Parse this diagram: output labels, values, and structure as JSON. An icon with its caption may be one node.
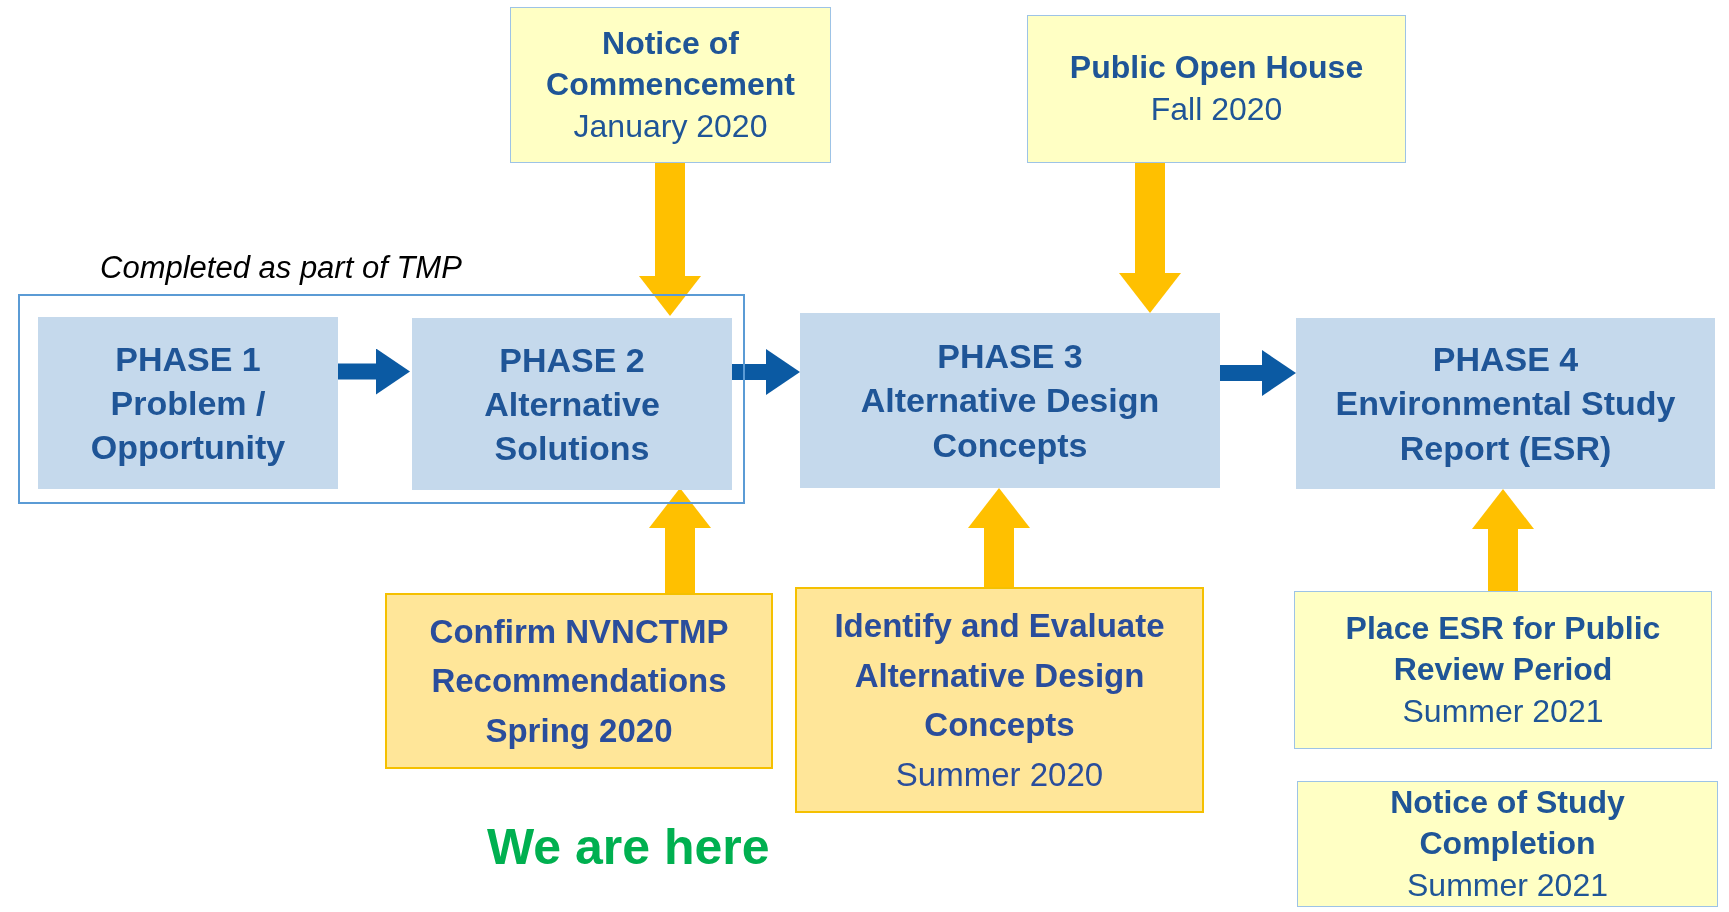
{
  "diagram": {
    "nodes": [
      {
        "text": [
          "Notice of Commencement",
          "January 2020"
        ]
      },
      {
        "text": [
          "Public Open House",
          "Fall 2020"
        ]
      },
      {
        "text": [
          "Completed as part of TMP"
        ]
      },
      {
        "text": [
          "PHASE 1",
          "Problem / Opportunity"
        ],
        "in": 2
      },
      {
        "text": [
          "PHASE 2",
          "Alternative Solutions"
        ],
        "in": 2
      },
      {
        "text": [
          "PHASE 3",
          "Alternative Design Concepts"
        ]
      },
      {
        "text": [
          "PHASE 4",
          "Environmental Study Report (ESR)"
        ]
      },
      {
        "text": [
          "Confirm NVNCTMP Recommendations",
          "Spring 2020"
        ]
      },
      {
        "text": [
          "Identify and Evaluate Alternative Design Concepts",
          "Summer 2020"
        ]
      },
      {
        "text": [
          "Place ESR for Public Review Period",
          "Summer 2021"
        ]
      },
      {
        "text": [
          "Notice of Study Completion",
          "Summer 2021"
        ]
      }
    ],
    "edges": [
      {
        "from": 3,
        "to": 4,
        "arrow": "to",
        "color": "#0b5aa3"
      },
      {
        "from": 4,
        "to": 5,
        "arrow": "to",
        "color": "#0b5aa3"
      },
      {
        "from": 5,
        "to": 6,
        "arrow": "to",
        "color": "#0b5aa3"
      },
      {
        "from": 0,
        "to": 4,
        "arrow": "to"
      },
      {
        "from": 1,
        "to": 5,
        "arrow": "to"
      },
      {
        "from": 7,
        "to": 4,
        "arrow": "to"
      },
      {
        "from": 8,
        "to": 5,
        "arrow": "to"
      },
      {
        "from": 9,
        "to": 6,
        "arrow": "to"
      }
    ],
    "labels": [
      "We are here"
    ]
  }
}
